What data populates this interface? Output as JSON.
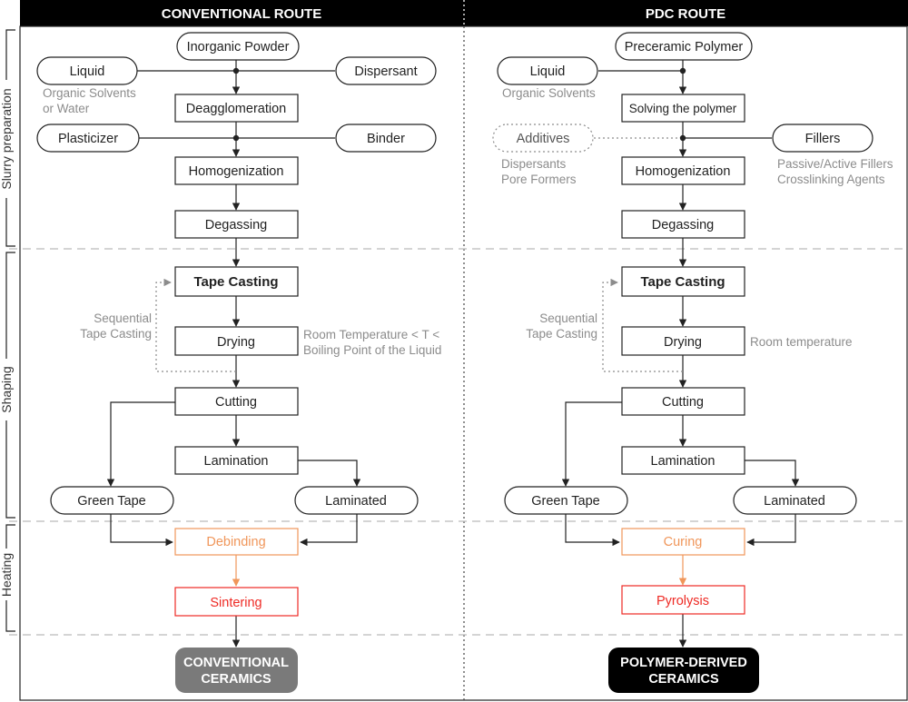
{
  "headers": {
    "conventional": "CONVENTIONAL ROUTE",
    "pdc": "PDC ROUTE"
  },
  "stages": {
    "slurry": "Slurry preparation",
    "shaping": "Shaping",
    "heating": "Heating"
  },
  "conventional": {
    "powder": "Inorganic Powder",
    "liquid": "Liquid",
    "dispersant": "Dispersant",
    "liquid_note_1": "Organic Solvents",
    "liquid_note_2": "or Water",
    "deagglomeration": "Deagglomeration",
    "plasticizer": "Plasticizer",
    "binder": "Binder",
    "homogenization": "Homogenization",
    "degassing": "Degassing",
    "tape_casting": "Tape Casting",
    "sequential_1": "Sequential",
    "sequential_2": "Tape Casting",
    "drying": "Drying",
    "drying_note_1": "Room Temperature < T <",
    "drying_note_2": "Boiling Point of the Liquid",
    "cutting": "Cutting",
    "lamination": "Lamination",
    "green_tape": "Green Tape",
    "laminated": "Laminated",
    "debinding": "Debinding",
    "sintering": "Sintering",
    "final_1": "CONVENTIONAL",
    "final_2": "CERAMICS"
  },
  "pdc": {
    "polymer": "Preceramic Polymer",
    "liquid": "Liquid",
    "liquid_note": "Organic Solvents",
    "solving": "Solving the polymer",
    "additives": "Additives",
    "fillers": "Fillers",
    "additives_note_1": "Dispersants",
    "additives_note_2": "Pore Formers",
    "fillers_note_1": "Passive/Active Fillers",
    "fillers_note_2": "Crosslinking Agents",
    "homogenization": "Homogenization",
    "degassing": "Degassing",
    "tape_casting": "Tape Casting",
    "sequential_1": "Sequential",
    "sequential_2": "Tape Casting",
    "drying": "Drying",
    "drying_note": "Room temperature",
    "cutting": "Cutting",
    "lamination": "Lamination",
    "green_tape": "Green Tape",
    "laminated": "Laminated",
    "curing": "Curing",
    "pyrolysis": "Pyrolysis",
    "final_1": "POLYMER-DERIVED",
    "final_2": "CERAMICS"
  },
  "colors": {
    "header_bg": "#000000",
    "orange": "#f0965a",
    "red": "#ee2a24",
    "note_gray": "#8c8c8c",
    "conventional_final_bg": "#7a7a7a",
    "pdc_final_bg": "#000000"
  }
}
